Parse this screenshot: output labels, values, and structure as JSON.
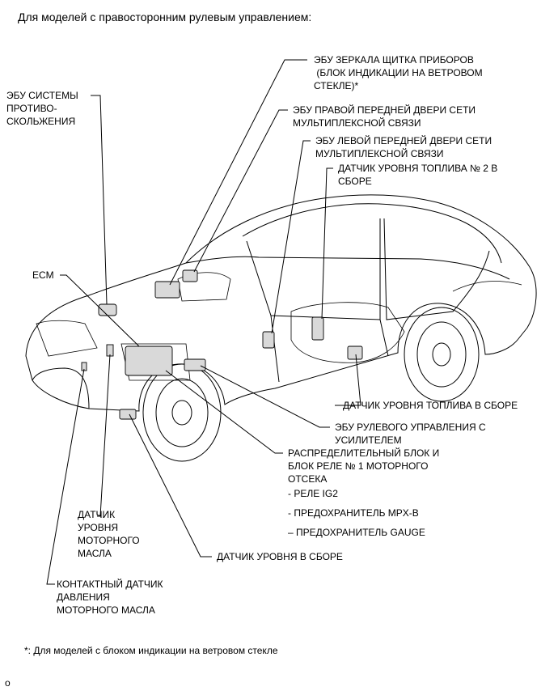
{
  "title": "Для моделей с правосторонним рулевым управлением:",
  "labels": {
    "mirror_ecu": [
      "ЭБУ ЗЕРКАЛА ЩИТКА ПРИБОРОВ",
      " (БЛОК ИНДИКАЦИИ НА ВЕТРОВОМ",
      "СТЕКЛЕ)*"
    ],
    "skid_ecu": [
      "ЭБУ СИСТЕМЫ",
      "ПРОТИВО-",
      "СКОЛЬЖЕНИЯ"
    ],
    "right_door_ecu": [
      "ЭБУ ПРАВОЙ ПЕРЕДНЕЙ ДВЕРИ СЕТИ",
      "МУЛЬТИПЛЕКСНОЙ СВЯЗИ"
    ],
    "left_door_ecu": [
      "ЭБУ ЛЕВОЙ ПЕРЕДНЕЙ ДВЕРИ СЕТИ",
      "МУЛЬТИПЛЕКСНОЙ СВЯЗИ"
    ],
    "fuel_sensor_2": [
      "ДАТЧИК УРОВНЯ ТОПЛИВА № 2 В",
      "СБОРЕ"
    ],
    "ecm": "ECM",
    "fuel_sensor": "ДАТЧИК УРОВНЯ ТОПЛИВА В СБОРЕ",
    "eps_ecu": [
      "ЭБУ РУЛЕВОГО УПРАВЛЕНИЯ С",
      "УСИЛИТЕЛЕМ"
    ],
    "relay_block": [
      "РАСПРЕДЕЛИТЕЛЬНЫЙ БЛОК И",
      "БЛОК РЕЛЕ № 1 МОТОРНОГО",
      "ОТСЕКА"
    ],
    "relay_items": [
      "- РЕЛЕ IG2",
      "- ПРЕДОХРАНИТЕЛЬ MPX-B",
      "– ПРЕДОХРАНИТЕЛЬ GAUGE"
    ],
    "oil_level_sensor": [
      "ДАТЧИК",
      "УРОВНЯ",
      "МОТОРНОГО",
      "МАСЛА"
    ],
    "level_sensor": "ДАТЧИК УРОВНЯ В СБОРЕ",
    "oil_pressure_switch": [
      "КОНТАКТНЫЙ ДАТЧИК",
      "ДАВЛЕНИЯ",
      "МОТОРНОГО МАСЛА"
    ]
  },
  "footnote": "*: Для моделей с блоком индикации на ветровом стекле",
  "corner_mark": "o"
}
